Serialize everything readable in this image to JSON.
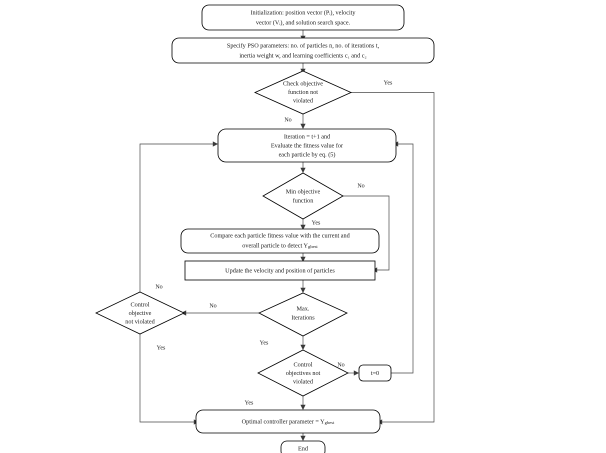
{
  "diagram": {
    "title": "PSO algorithm flowchart",
    "type": "flowchart",
    "stroke_color": "#000000",
    "edge_color": "#4a4a4a",
    "background": "#ffffff",
    "nodes": {
      "initialization": {
        "shape": "rounded",
        "lines": [
          "Initialization: position vector (Pᵢ), velocity",
          "vector (Vᵢ), and solution search space."
        ]
      },
      "specify_params": {
        "shape": "rounded",
        "lines": [
          "Specify PSO parameters: no. of particles n, no. of iterations t,",
          "inertia weight w, and learning coefficients c₁ and c₂"
        ]
      },
      "check_objective": {
        "shape": "diamond",
        "lines": [
          "Check objective",
          "function not",
          "violated"
        ]
      },
      "iteration": {
        "shape": "rounded",
        "lines": [
          "Iteration = t+1 and",
          "Evaluate the fitness value for",
          "each particle by eq. (5)"
        ]
      },
      "min_objective": {
        "shape": "diamond",
        "lines": [
          "Min objective",
          "function"
        ]
      },
      "compare_fitness": {
        "shape": "rounded",
        "lines": [
          "Compare each particle fitness value with the current and",
          "overall particle to detect Y_gbest"
        ]
      },
      "update_velocity": {
        "shape": "rect",
        "lines": [
          "Update the velocity and position of particles"
        ]
      },
      "control_objective_left": {
        "shape": "diamond",
        "lines": [
          "Control",
          "objective",
          "not violated"
        ]
      },
      "max_iterations": {
        "shape": "diamond",
        "lines": [
          "Max.",
          "Iterations"
        ]
      },
      "control_objectives_bottom": {
        "shape": "diamond",
        "lines": [
          "Control",
          "objectives not",
          "violated"
        ]
      },
      "reset_t": {
        "shape": "rounded-rect",
        "lines": [
          "t=0"
        ]
      },
      "optimal_parameter": {
        "shape": "rounded",
        "lines": [
          "Optimal controller parameter =  Y_gbest"
        ]
      },
      "end": {
        "shape": "rounded",
        "lines": [
          "End"
        ]
      }
    },
    "edge_labels": {
      "check_yes": "Yes",
      "check_no": "No",
      "min_no": "No",
      "min_yes": "Yes",
      "max_no": "No",
      "max_yes": "Yes",
      "left_no": "No",
      "left_yes": "Yes",
      "bottom_no": "No",
      "bottom_yes": "Yes"
    }
  }
}
